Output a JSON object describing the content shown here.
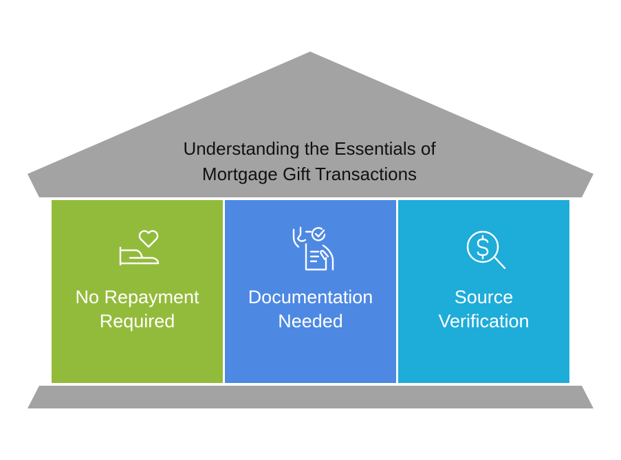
{
  "title": {
    "line1": "Understanding the Essentials of",
    "line2": "Mortgage Gift Transactions"
  },
  "colors": {
    "roof": "#a3a3a3",
    "base": "#a3a3a3",
    "title_text": "#111111",
    "pillar_text": "#ffffff"
  },
  "pillars": [
    {
      "line1": "No Repayment",
      "line2": "Required",
      "icon": "hand-heart-icon",
      "color": "#93bb3b"
    },
    {
      "line1": "Documentation",
      "line2": "Needed",
      "icon": "document-check-icon",
      "color": "#4d88e3"
    },
    {
      "line1": "Source",
      "line2": "Verification",
      "icon": "dollar-search-icon",
      "color": "#1eacd9"
    }
  ]
}
